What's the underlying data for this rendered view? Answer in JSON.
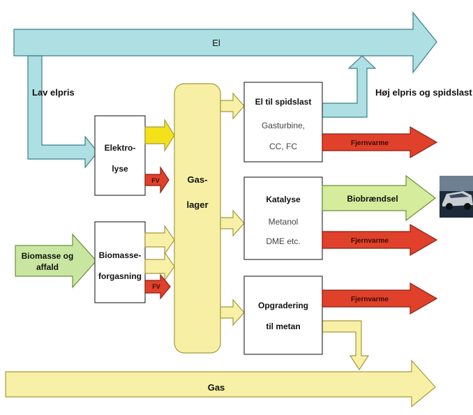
{
  "colors": {
    "el_fill": "#aedfe3",
    "el_stroke": "#3a7f87",
    "gas_fill": "#f7f0a6",
    "gas_stroke": "#a49a3a",
    "biomass_fill": "#c9e6a0",
    "biomass_stroke": "#6a8f3a",
    "biofuel_fill": "#d4ec9b",
    "red_fill": "#e0412b",
    "red_stroke": "#8a1f12",
    "yellow_fill": "#f3e21a",
    "box_fill": "#ffffff",
    "box_stroke": "#333333",
    "storage_fill": "#f7efa4",
    "text": "#111111",
    "red_text": "#3a0a05"
  },
  "arrows": {
    "el": "El",
    "gas": "Gas",
    "biomass_line1": "Biomasse og",
    "biomass_line2": "affald",
    "low_price": "Lav elpris",
    "high_price": "Høj elpris og spidslast",
    "biofuel": "Biobrændsel",
    "district_heat": "Fjernvarme",
    "fv": "FV"
  },
  "boxes": {
    "electrolysis_line1": "Elektro-",
    "electrolysis_line2": "lyse",
    "gasification_line1": "Biomasse-",
    "gasification_line2": "forgasning",
    "storage_line1": "Gas-",
    "storage_line2": "lager",
    "peak_title": "El til spidslast",
    "peak_line2": "Gasturbine,",
    "peak_line3": "CC, FC",
    "catalysis_title": "Katalyse",
    "catalysis_line2": "Metanol",
    "catalysis_line3": "DME etc.",
    "upgrade_line1": "Opgradering",
    "upgrade_line2": "til metan"
  }
}
